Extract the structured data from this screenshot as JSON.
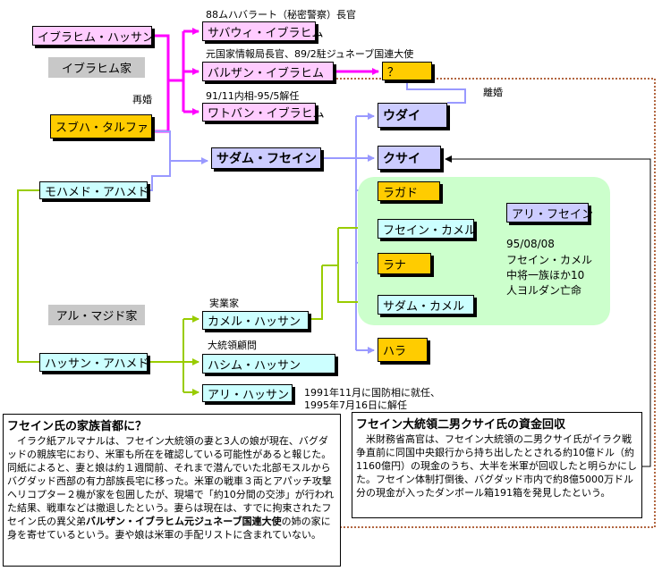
{
  "family_labels": {
    "ibrahim": "イブラヒム家",
    "al_majid": "アル・マジド家"
  },
  "people": {
    "ibrahim_hassan": "イブラヒム・ハッサン",
    "subha_tulfah": "スブハ・タルファ",
    "mohamed_ahmed": "モハメド・アハメド",
    "sabawi_ibrahim": "サバウィ・イブラヒム",
    "barzan_ibrahim": "バルザン・イブラヒム",
    "watban_ibrahim": "ワトバン・イブラヒム",
    "unknown": "？",
    "saddam_hussein": "サダム・フセイン",
    "uday": "ウダイ",
    "qusay": "クサイ",
    "raghad": "ラガド",
    "hussein_kamel": "フセイン・カメル",
    "ali_hussein": "アリ・フセイン",
    "rana": "ラナ",
    "saddam_kamel": "サダム・カメル",
    "hala": "ハラ",
    "kamel_hassan": "カメル・ハッサン",
    "hashim_hassan": "ハシム・ハッサン",
    "ali_hassan": "アリ・ハッサン",
    "hassan_ahmed": "ハッサン・アハメド"
  },
  "notes": {
    "remarriage": "再婚",
    "divorce": "離婚",
    "sabawi_note": "88ムハバラート（秘密警察）長官",
    "barzan_note": "元国家情報局長官、89/2駐ジュネーブ国連大使",
    "watban_note": "91/11内相-95/5解任",
    "exile_line1": "95/08/08",
    "exile_line2": "フセイン・カメル",
    "exile_line3": "中将一族ほか10",
    "exile_line4": "人ヨルダン亡命",
    "businessman": "実業家",
    "presidential_advisor": "大統領顧問",
    "ali_line1": "1991年11月に国防相に就任、",
    "ali_line2": "1995年7月16日に解任"
  },
  "article_left": {
    "title": "フセイン氏の家族首都に？",
    "body_1": "　イラク紙アルマナルは、フセイン大統領の妻と3人の娘が現在、バグダッドの親族宅におり、米軍も所在を確認している可能性があると報じた。同紙によると、妻と娘は約１週間前、それまで潜んでいた北部モスルからバグダッド西部の有力部族長宅に移った。米軍の戦車３両とアパッチ攻撃ヘリコプター２機が家を包囲したが、現場で「約10分間の交渉」が行われた結果、戦車などは撤退したという。妻らは現在は、すでに拘束されたフセイン氏の異父弟",
    "body_bold": "バルザン・イブラヒム元ジュネーブ国連大使",
    "body_2": "の姉の家に身を寄せているという。妻や娘は米軍の手配リストに含まれていない。"
  },
  "article_right": {
    "title": "フセイン大統領二男クサイ氏の資金回収",
    "body": "　米財務省高官は、フセイン大統領の二男クサイ氏がイラク戦争直前に同国中央銀行から持ち出したとされる約10億ドル（約1160億円）の現金のうち、大半を米軍が回収したと明らかにした。フセイン体制打倒後、バグダッド市内で約8億5000万ドル分の現金が入ったダンボール箱191箱を発見したという。"
  },
  "colors": {
    "ibrahim_line": "#ff00ff",
    "saddam_line": "#9999ff",
    "hassan_line": "#99cc00",
    "marriage_line": "#9999ff",
    "reference_line": "#993300",
    "pink_box": "#ffccff",
    "orange_box": "#ffcc00",
    "lavender_box": "#ccccff",
    "cyan_box": "#ccffff",
    "exile_zone": "#ccffcc"
  }
}
